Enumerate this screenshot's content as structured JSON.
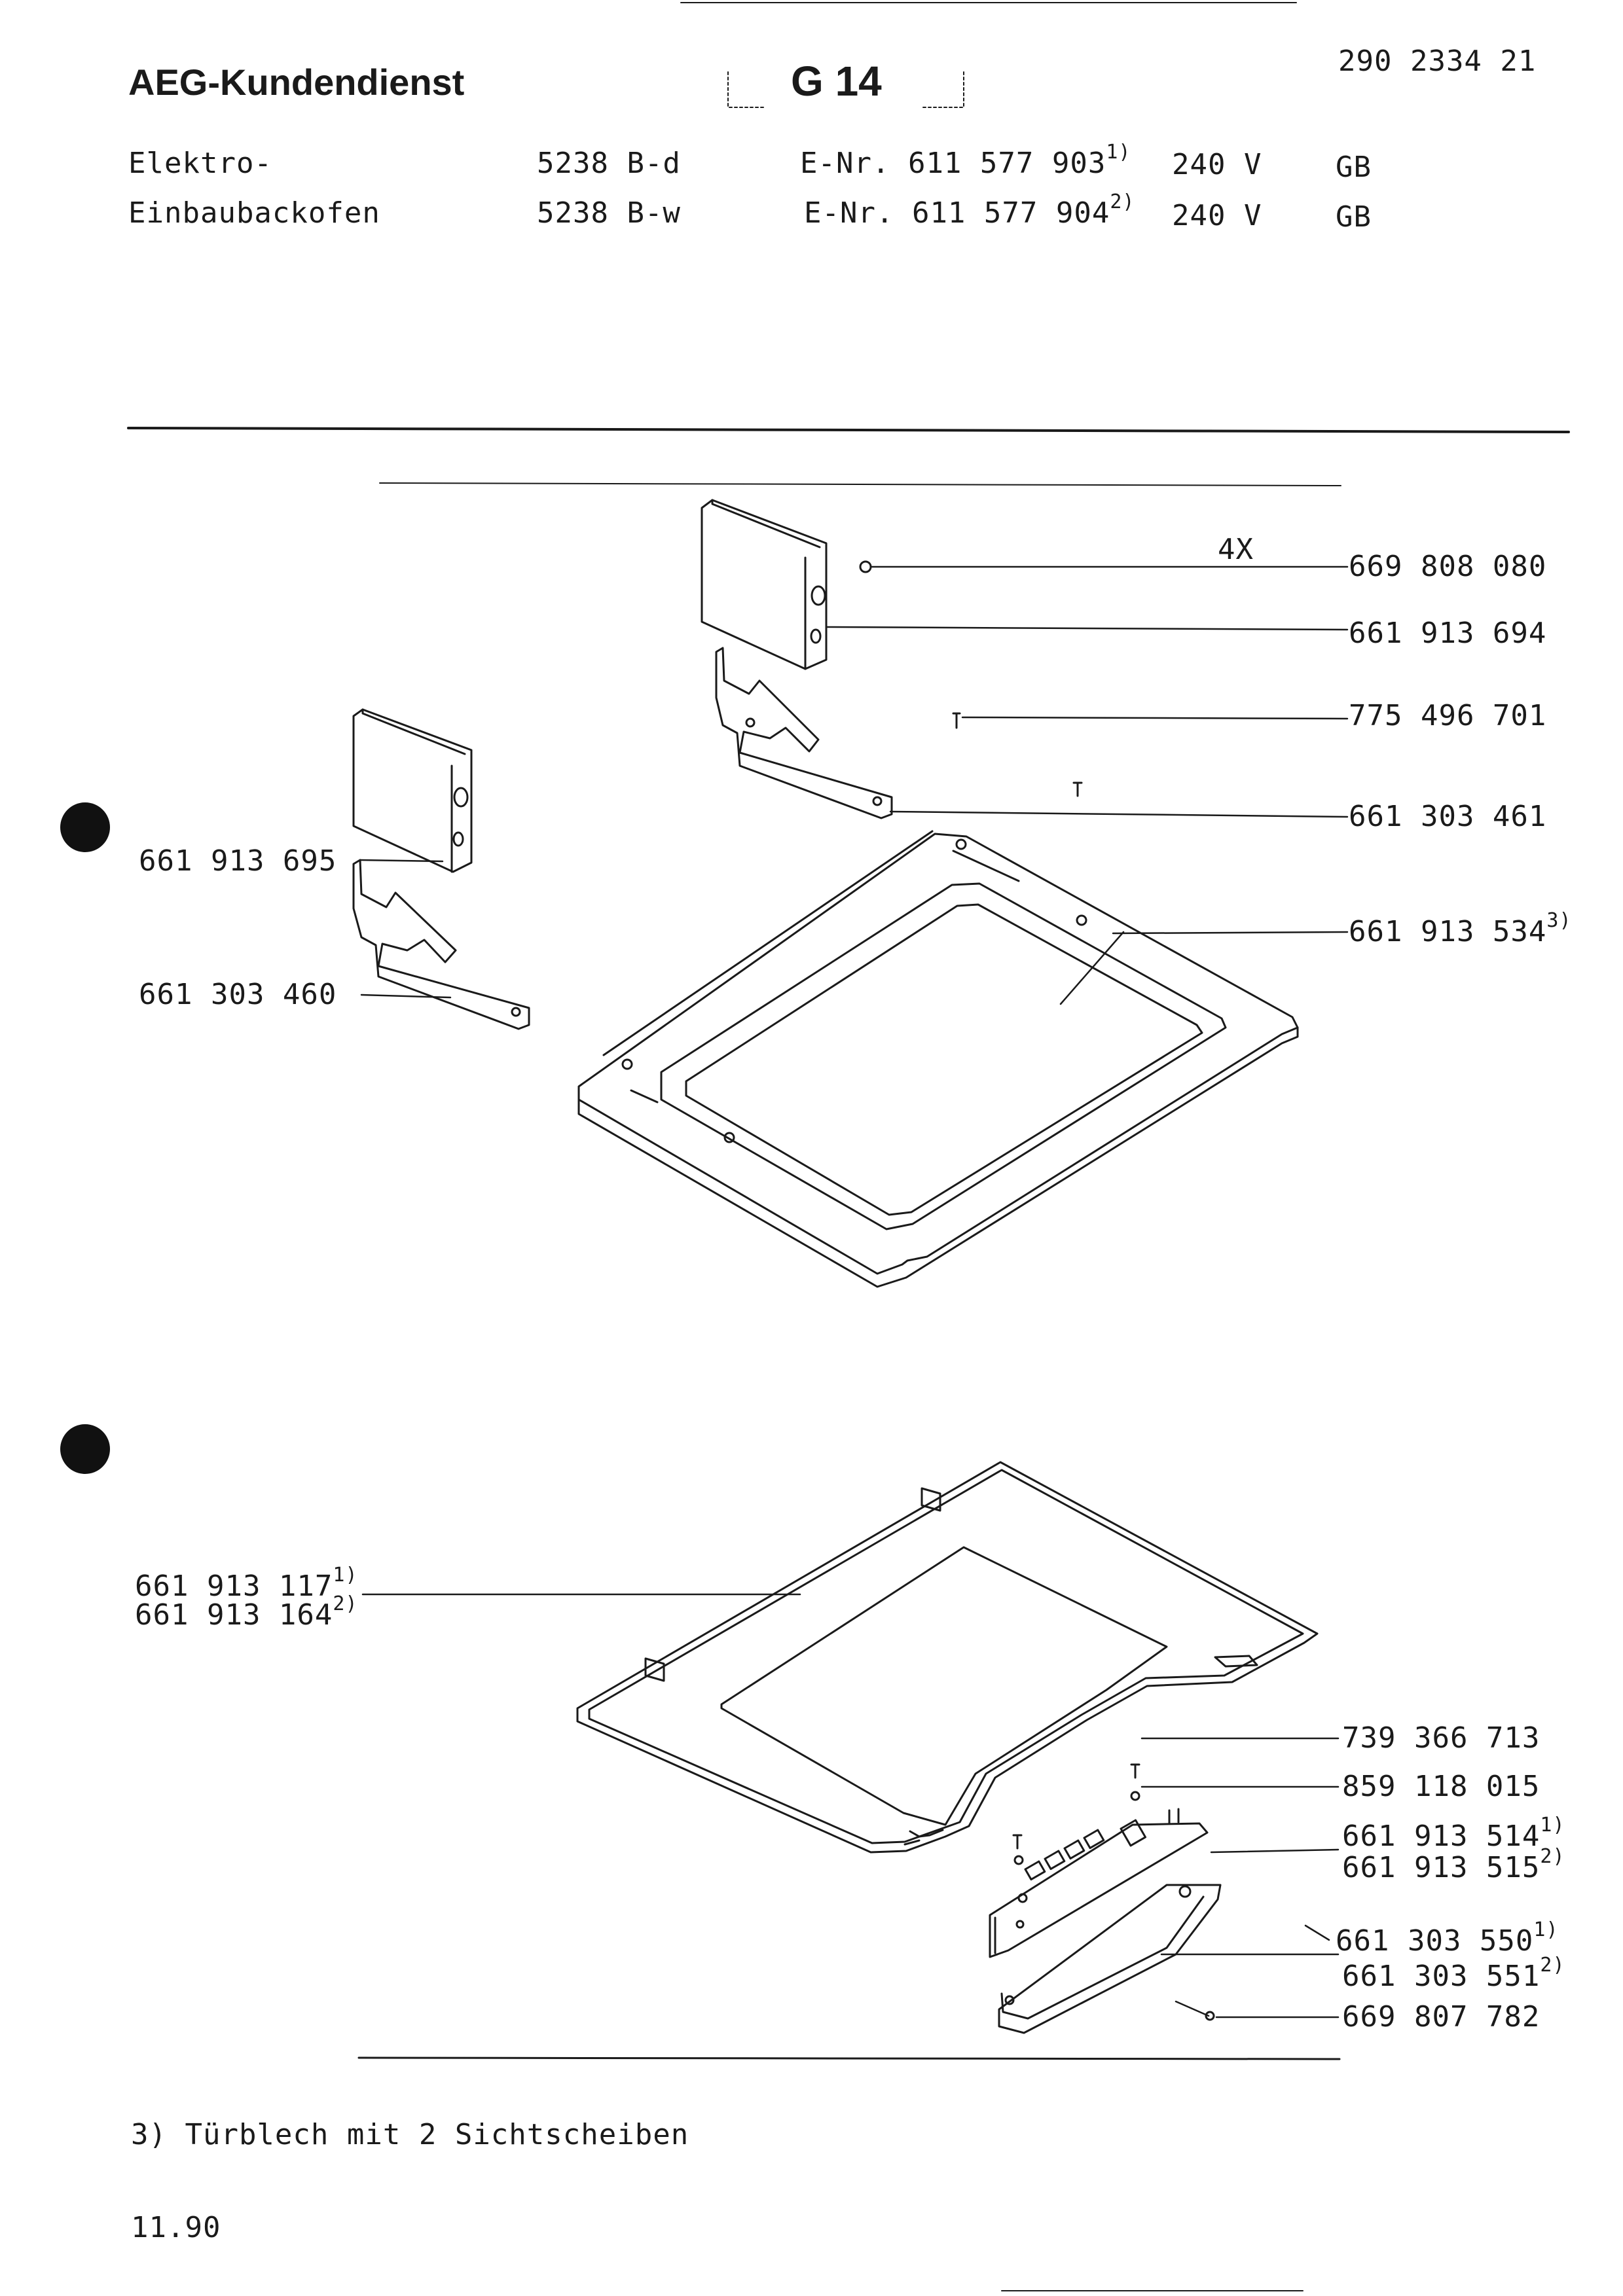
{
  "header": {
    "brand": "AEG-Kundendienst",
    "group": "G 14",
    "doc_number": "290 2334 21"
  },
  "appliance": {
    "type_line1": "Elektro-",
    "type_line2": "Einbaubackofen",
    "models": [
      {
        "model": "5238 B-d",
        "enr_label": "E-Nr.",
        "enr": "611 577 903",
        "note": "1)",
        "voltage": "240 V",
        "country": "GB"
      },
      {
        "model": "5238 B-w",
        "enr_label": "E-Nr.",
        "enr": "611 577 904",
        "note": "2)",
        "voltage": "240 V",
        "country": "GB"
      }
    ]
  },
  "callouts": {
    "qty_4x": "4X",
    "p_669808080": "669 808 080",
    "p_661913694": "661 913 694",
    "p_775496701": "775 496 701",
    "p_661303461": "661 303 461",
    "p_661913695": "661 913 695",
    "p_661913534": "661 913 534",
    "p_661913534_note": "3)",
    "p_661303460": "661 303 460",
    "p_661913117": "661 913 117",
    "p_661913117_note": "1)",
    "p_661913164": "661 913 164",
    "p_661913164_note": "2)",
    "p_739366713": "739 366 713",
    "p_859118015": "859 118 015",
    "p_661913514": "661 913 514",
    "p_661913514_note": "1)",
    "p_661913515": "661 913 515",
    "p_661913515_note": "2)",
    "p_661303550": "661 303 550",
    "p_661303550_note": "1)",
    "p_661303551": "661 303 551",
    "p_661303551_note": "2)",
    "p_669807782": "669 807 782"
  },
  "footnote": "3) Türblech mit 2 Sichtscheiben",
  "date": "11.90"
}
